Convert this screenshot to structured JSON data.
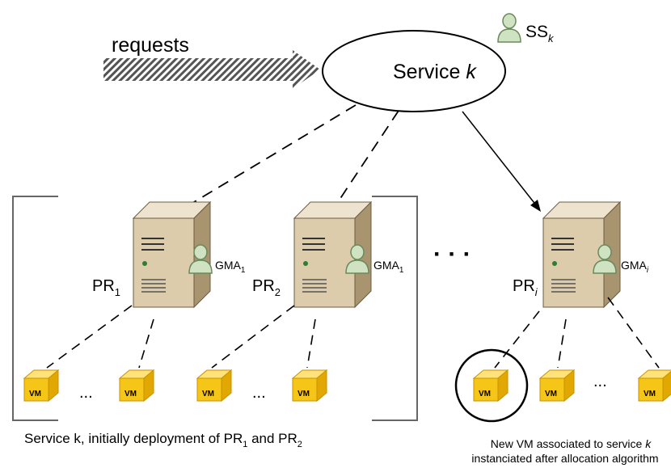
{
  "arrow_label": "requests",
  "service": {
    "label": "Service",
    "var": "k"
  },
  "supervisor": {
    "base": "SS",
    "sub": "k"
  },
  "machines": [
    {
      "id": "pr1",
      "base": "PR",
      "sub": "1",
      "agent_base": "GMA",
      "agent_sub": "1"
    },
    {
      "id": "pr2",
      "base": "PR",
      "sub": "2",
      "agent_base": "GMA",
      "agent_sub": "1"
    },
    {
      "id": "pri",
      "base": "PR",
      "sub": "i",
      "agent_base": "GMA",
      "agent_sub": "i"
    }
  ],
  "vm_label": "VM",
  "ellipsis": "...",
  "big_ellipsis": "· · ·",
  "caption_left": {
    "text": "Service k, initially deployment of PR",
    "sub1": "1",
    "mid": " and PR",
    "sub2": "2"
  },
  "caption_right": {
    "line1": "New VM associated to service ",
    "line1_var": "k",
    "line2": "instanciated after allocation algorithm"
  },
  "colors": {
    "vm": "#F5C518",
    "vm_dark": "#D9A400",
    "server": "#D9C9A8",
    "server_dark": "#8C7A5B",
    "user": "#CFE3C3",
    "user_stroke": "#6A8A5C"
  }
}
